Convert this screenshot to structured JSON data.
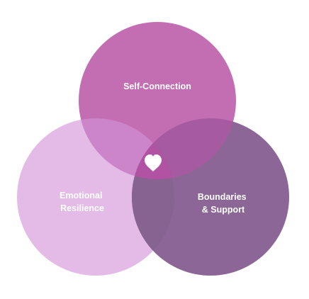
{
  "diagram": {
    "type": "venn",
    "circles": [
      {
        "id": "self-connection",
        "label": "Self-Connection",
        "color": "#c36db3"
      },
      {
        "id": "emotional-resilience",
        "label_lines": [
          "Emotional",
          "Resilience"
        ],
        "color": "#e3bbe6"
      },
      {
        "id": "boundaries-support",
        "label_lines": [
          "Boundaries",
          "& Support"
        ],
        "color": "#8b6696"
      }
    ],
    "center_icon": "heart-icon",
    "center_icon_color": "#ffffff",
    "overlap_colors": {
      "top_left": "#cc85c8",
      "top_right": "#a65aa0",
      "left_right": "#866390",
      "center": "#b152a3"
    }
  }
}
